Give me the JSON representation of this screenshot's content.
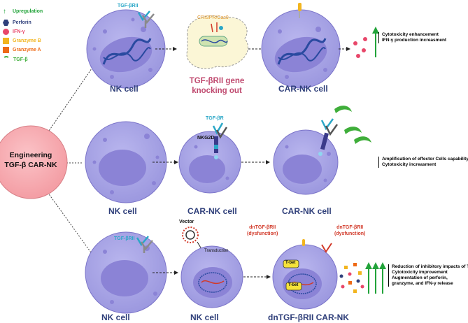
{
  "legend": {
    "items": [
      {
        "label": "Upregulation",
        "color": "#22a33a",
        "icon": "green-up-arrow-icon"
      },
      {
        "label": "Perforin",
        "color": "#2f3f7a",
        "icon": "navy-hexagon-icon"
      },
      {
        "label": "IFN-γ",
        "color": "#e8476a",
        "icon": "pink-dot-icon"
      },
      {
        "label": "Granzyme B",
        "color": "#f2b51f",
        "icon": "yellow-square-icon"
      },
      {
        "label": "Granzyme A",
        "color": "#ee6a16",
        "icon": "orange-square-icon"
      },
      {
        "label": "TGF-β",
        "color": "#3fae3a",
        "icon": "green-crescent-icon"
      }
    ]
  },
  "center": {
    "line1": "Engineering",
    "line2": "TGF-β CAR-NK"
  },
  "row1": {
    "cell1_label": "NK cell",
    "receptor_label": "TGF-βRII",
    "crispr_label": "CRISPR/Cas9",
    "knockout_line1": "TGF-βRII gene",
    "knockout_line2": "knocking out",
    "cell2_label": "CAR-NK cell",
    "effects": [
      "Cytotoxicity enhancement",
      "IFN-γ production increasment"
    ]
  },
  "row2": {
    "cell1_label": "NK cell",
    "cell2_label": "CAR-NK cell",
    "cell3_label": "CAR-NK cell",
    "receptor_label": "TGF-βR",
    "nkg2d_label": "NKG2D",
    "effects": [
      "Amplification of effector Cells capability",
      "Cytotoxicity increasment"
    ]
  },
  "row3": {
    "cell1_label": "NK cell",
    "cell2_label": "NK cell",
    "cell3_label": "dnTGF-βRII CAR-NK",
    "receptor_label": "TGF-βRII",
    "vector_label": "Vector",
    "transduction_label": "Transduction",
    "dn_label1_line1": "dnTGF-βRII",
    "dn_label1_line2": "(dysfunction)",
    "dn_label2_line1": "dnTGF-βRII",
    "dn_label2_line2": "(dysfunction)",
    "tbet_label": "T-bet",
    "effects": [
      "Reduction of inhibitory impacts of TGF-β",
      "Cytotoxicity improvement",
      "Augmentation of perforin,",
      "granzyme, and IFN-γ release"
    ]
  },
  "colors": {
    "cell_fill": "#a9a6e6",
    "cell_stroke": "#7b74c9",
    "nucleus": "#8b83d6",
    "center_fill": "#f7a7ad",
    "dna": "#2a4aa0",
    "label_navy": "#2f3f7a",
    "knockout_text": "#c04b70",
    "receptor_blue": "#2aa7c7",
    "dn_red": "#d23a2a"
  }
}
